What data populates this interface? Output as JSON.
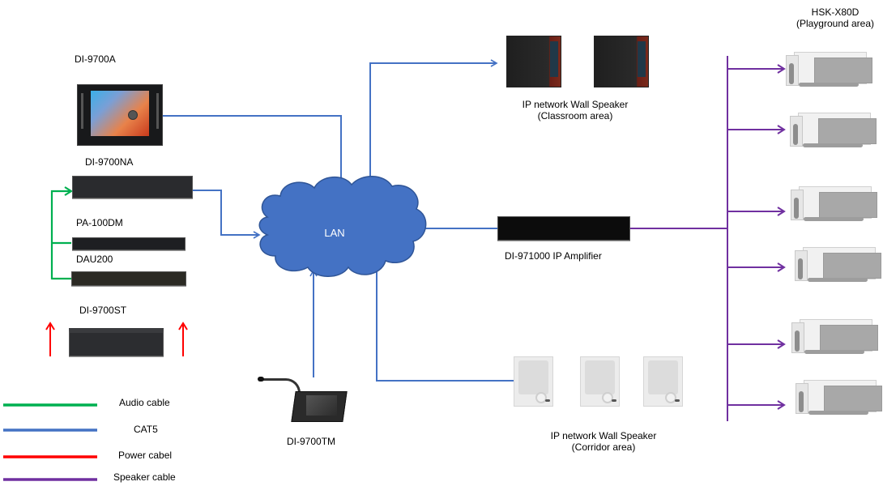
{
  "diagram": {
    "type": "network topology",
    "center_node": {
      "id": "lan",
      "label": "LAN",
      "color": "#4472C4"
    },
    "nodes": [
      {
        "id": "di9700a",
        "label": "DI-9700A"
      },
      {
        "id": "di9700na",
        "label": "DI-9700NA"
      },
      {
        "id": "pa100dm",
        "label": "PA-100DM"
      },
      {
        "id": "dau200",
        "label": "DAU200"
      },
      {
        "id": "di9700st",
        "label": "DI-9700ST"
      },
      {
        "id": "di9700tm",
        "label": "DI-9700TM"
      },
      {
        "id": "classroom",
        "label_line1": "IP network Wall Speaker",
        "label_line2": "(Classroom area)"
      },
      {
        "id": "amp",
        "label": "DI-971000 IP Amplifier"
      },
      {
        "id": "corridor",
        "label_line1": "IP network Wall Speaker",
        "label_line2": "(Corridor area)"
      },
      {
        "id": "playground",
        "label_line1": "HSK-X80D",
        "label_line2": "(Playground area)"
      }
    ],
    "edges": [
      {
        "from": "di9700a",
        "to": "lan",
        "cable": "CAT5"
      },
      {
        "from": "di9700na",
        "to": "lan",
        "cable": "CAT5"
      },
      {
        "from": "lan",
        "to": "classroom",
        "cable": "CAT5"
      },
      {
        "from": "lan",
        "to": "amp",
        "cable": "CAT5"
      },
      {
        "from": "lan",
        "to": "corridor",
        "cable": "CAT5"
      },
      {
        "from": "di9700tm",
        "to": "lan",
        "cable": "CAT5"
      },
      {
        "from": "pa100dm",
        "to": "di9700na",
        "cable": "Audio cable"
      },
      {
        "from": "dau200",
        "to": "di9700na",
        "cable": "Audio cable"
      },
      {
        "from": "amp",
        "to": "playground",
        "cable": "Speaker cable",
        "branches": 6
      },
      {
        "from": "di9700st",
        "to": "power",
        "cable": "Power cabel"
      }
    ],
    "counts": {
      "classroom_speakers": 2,
      "corridor_speakers": 3,
      "playground_speakers": 6
    }
  },
  "legend": [
    {
      "label": "Audio cable",
      "color": "#00B050"
    },
    {
      "label": "CAT5",
      "color": "#4472C4"
    },
    {
      "label": "Power cabel",
      "color": "#FF0000"
    },
    {
      "label": "Speaker cable",
      "color": "#7030A0"
    }
  ]
}
